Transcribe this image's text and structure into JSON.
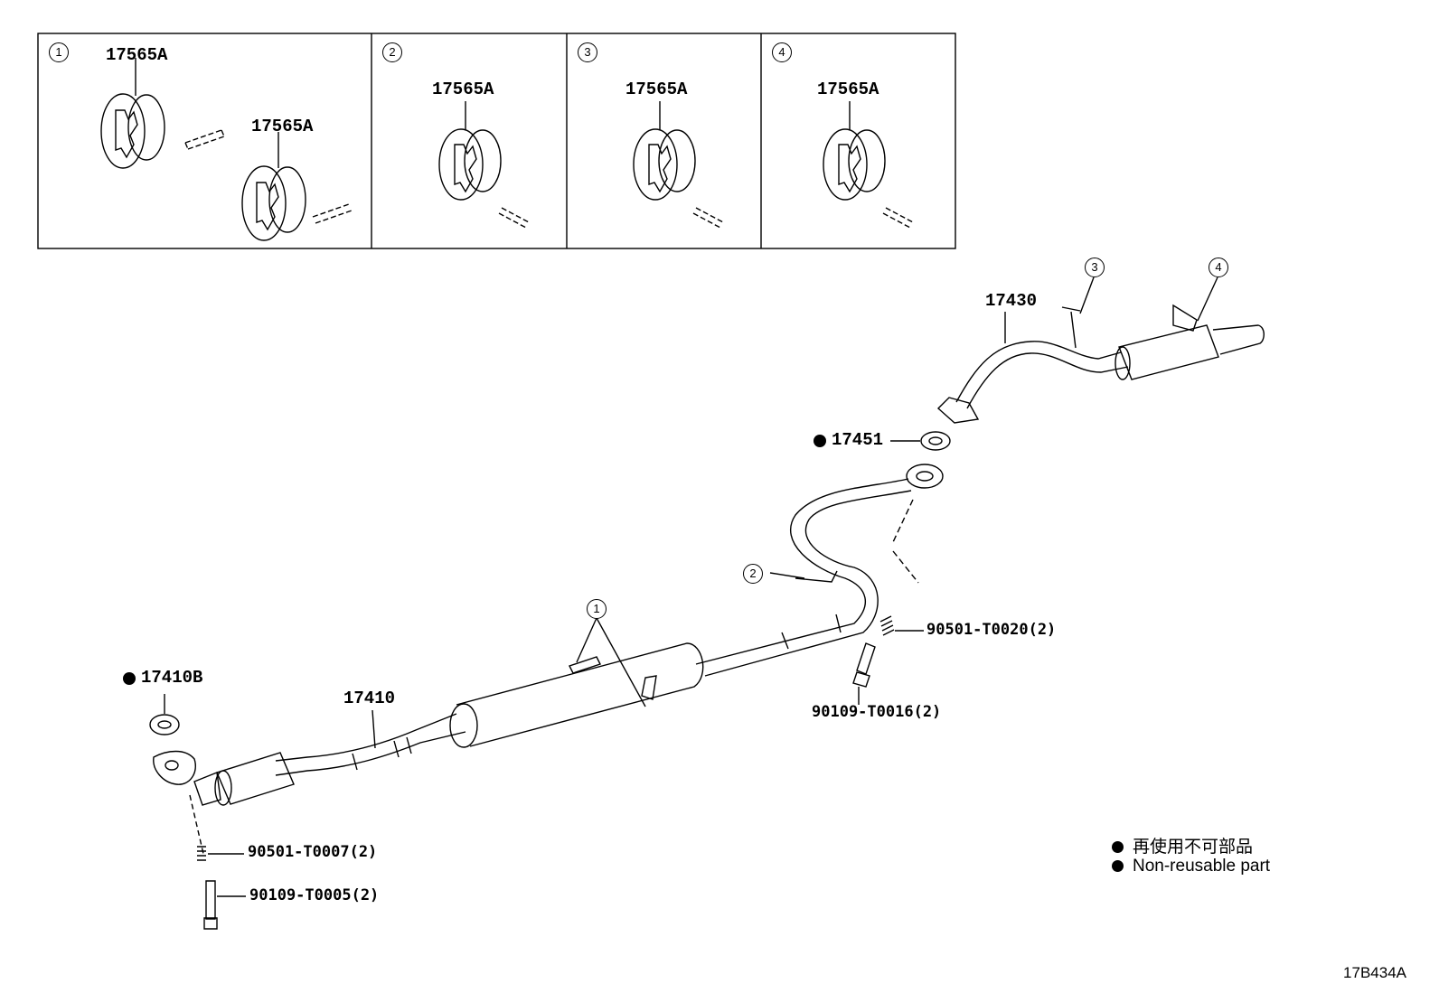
{
  "insets": [
    {
      "num": "1",
      "labels": [
        "17565A",
        "17565A"
      ]
    },
    {
      "num": "2",
      "labels": [
        "17565A"
      ]
    },
    {
      "num": "3",
      "labels": [
        "17565A"
      ]
    },
    {
      "num": "4",
      "labels": [
        "17565A"
      ]
    }
  ],
  "parts": {
    "p17430": "17430",
    "p17451": "17451",
    "p17410": "17410",
    "p17410B": "17410B",
    "p90501_T0020": "90501-T0020(2)",
    "p90109_T0016": "90109-T0016(2)",
    "p90501_T0007": "90501-T0007(2)",
    "p90109_T0005": "90109-T0005(2)"
  },
  "callouts": {
    "c1": "1",
    "c2": "2",
    "c3": "3",
    "c4": "4"
  },
  "legend": {
    "ja": "再使用不可部品",
    "en": "Non-reusable part"
  },
  "ref_code": "17B434A"
}
